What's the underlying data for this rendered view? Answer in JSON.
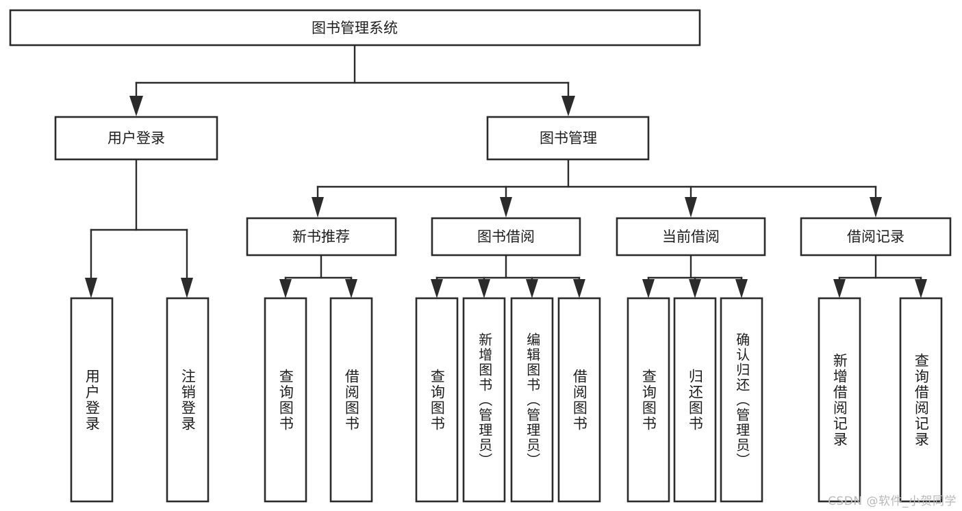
{
  "diagram": {
    "type": "tree-hierarchy",
    "title": "图书管理系统",
    "orientation": "top-down",
    "colors": {
      "box_stroke": "#2b2b2b",
      "box_fill": "#ffffff",
      "connector": "#2b2b2b",
      "text": "#1d1d1d",
      "background": "#ffffff",
      "watermark": "#b9b9b9"
    },
    "root": {
      "label": "图书管理系统"
    },
    "level2": [
      {
        "label": "用户登录"
      },
      {
        "label": "图书管理"
      }
    ],
    "level3": [
      {
        "label": "新书推荐"
      },
      {
        "label": "图书借阅"
      },
      {
        "label": "当前借阅"
      },
      {
        "label": "借阅记录"
      }
    ],
    "leaves": {
      "user_login": [
        {
          "label": "用户登录"
        },
        {
          "label": "注销登录"
        }
      ],
      "new_book": [
        {
          "label": "查询图书"
        },
        {
          "label": "借阅图书"
        }
      ],
      "book_borrow": [
        {
          "label": "查询图书"
        },
        {
          "label": "新增图书（管理员）"
        },
        {
          "label": "编辑图书（管理员）"
        },
        {
          "label": "借阅图书"
        }
      ],
      "current_borrow": [
        {
          "label": "查询图书"
        },
        {
          "label": "归还图书"
        },
        {
          "label": "确认归还（管理员）"
        }
      ],
      "borrow_record": [
        {
          "label": "新增借阅记录"
        },
        {
          "label": "查询借阅记录"
        }
      ]
    }
  },
  "watermark": {
    "text": "CSDN @软件_小贺同学"
  }
}
